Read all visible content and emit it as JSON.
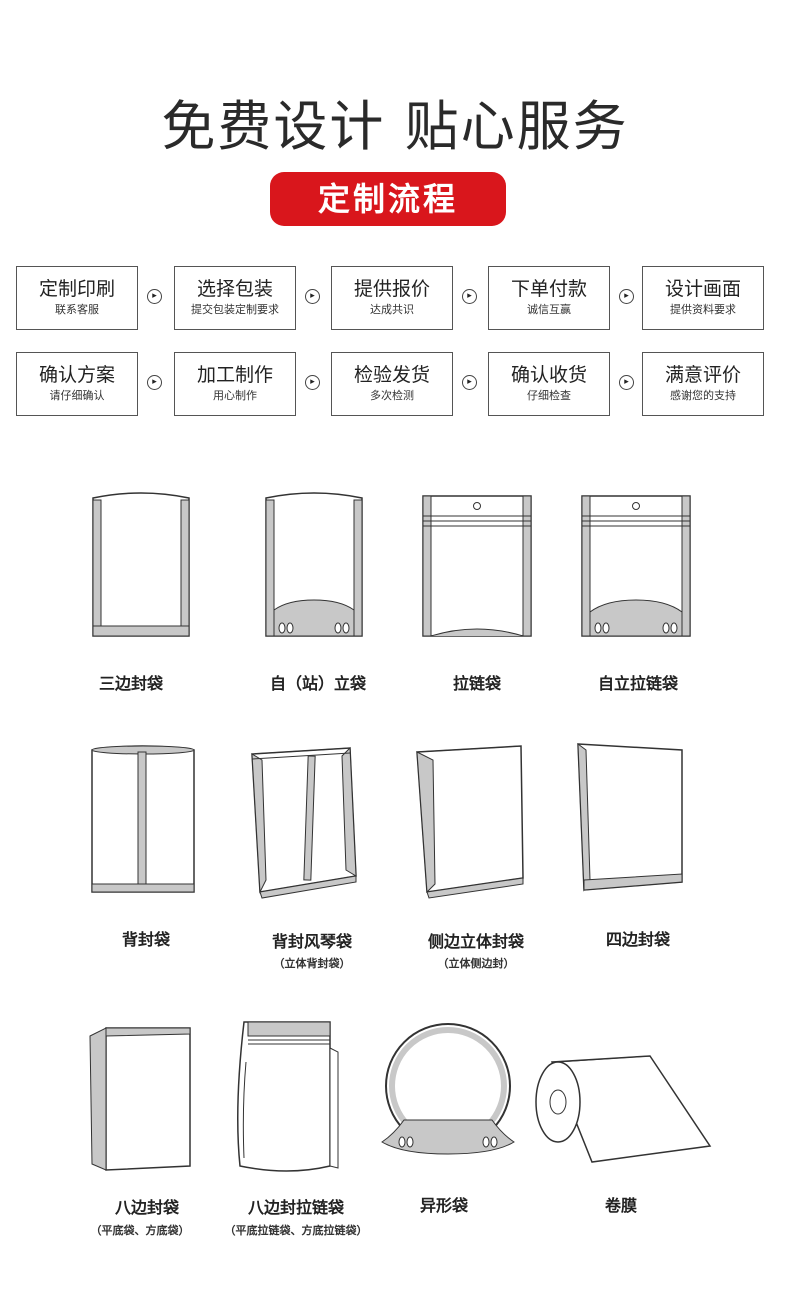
{
  "header": {
    "title": "免费设计 贴心服务",
    "badge": "定制流程"
  },
  "steps": [
    {
      "title": "定制印刷",
      "subtitle": "联系客服"
    },
    {
      "title": "选择包装",
      "subtitle": "提交包装定制要求"
    },
    {
      "title": "提供报价",
      "subtitle": "达成共识"
    },
    {
      "title": "下单付款",
      "subtitle": "诚信互赢"
    },
    {
      "title": "设计画面",
      "subtitle": "提供资料要求"
    },
    {
      "title": "确认方案",
      "subtitle": "请仔细确认"
    },
    {
      "title": "加工制作",
      "subtitle": "用心制作"
    },
    {
      "title": "检验发货",
      "subtitle": "多次检测"
    },
    {
      "title": "确认收货",
      "subtitle": "仔细检查"
    },
    {
      "title": "满意评价",
      "subtitle": "感谢您的支持"
    }
  ],
  "arrow_icon": "▸",
  "bags": [
    {
      "label": "三边封袋",
      "note": ""
    },
    {
      "label": "自（站）立袋",
      "note": ""
    },
    {
      "label": "拉链袋",
      "note": ""
    },
    {
      "label": "自立拉链袋",
      "note": ""
    },
    {
      "label": "背封袋",
      "note": ""
    },
    {
      "label": "背封风琴袋",
      "note": "（立体背封袋）"
    },
    {
      "label": "侧边立体封袋",
      "note": "（立体侧边封）"
    },
    {
      "label": "四边封袋",
      "note": ""
    },
    {
      "label": "八边封袋",
      "note": "（平底袋、方底袋）"
    },
    {
      "label": "八边封拉链袋",
      "note": "（平底拉链袋、方底拉链袋）"
    },
    {
      "label": "异形袋",
      "note": ""
    },
    {
      "label": "卷膜",
      "note": ""
    }
  ],
  "colors": {
    "badge": "#d9161c",
    "seal": "#c8c8c8",
    "line": "#333333"
  }
}
